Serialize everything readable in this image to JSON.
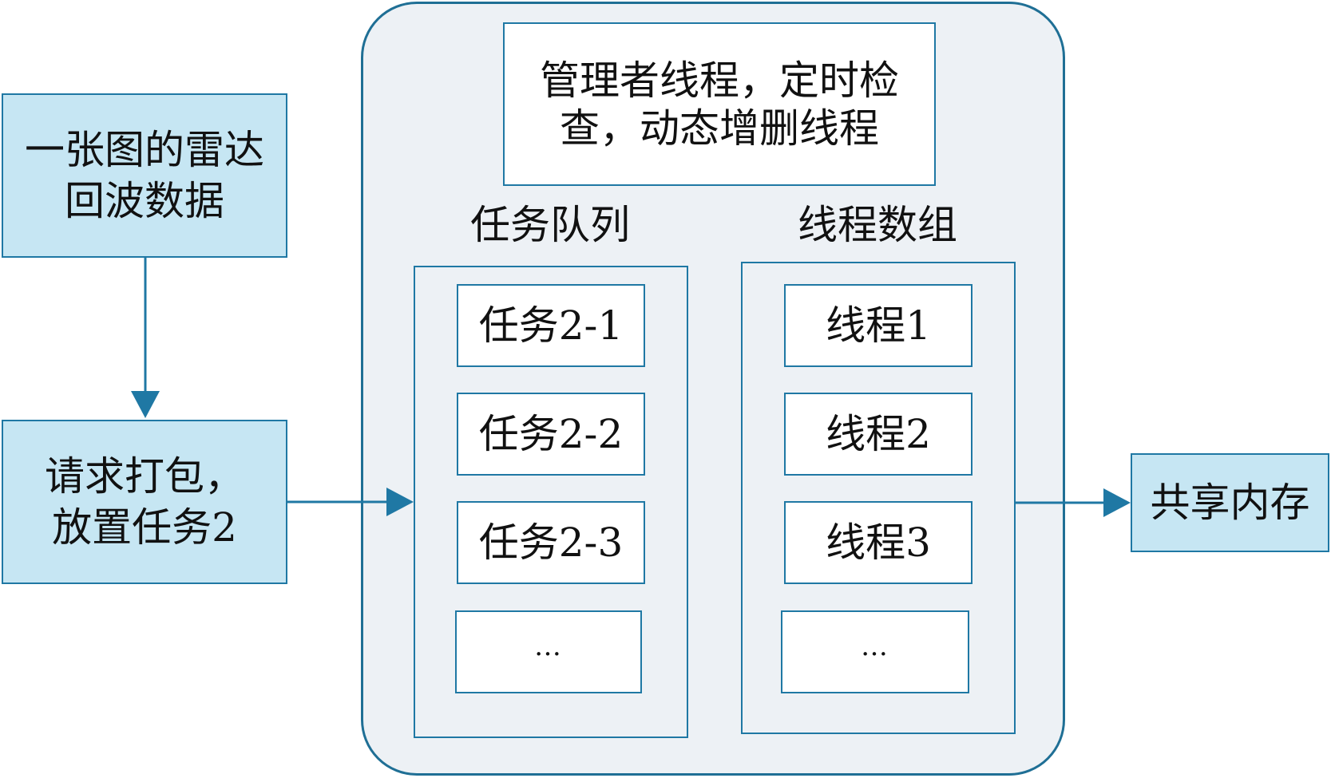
{
  "input": {
    "radar_data_label": "一张图的雷达\n回波数据",
    "package_request_label": "请求打包，\n放置任务2"
  },
  "manager": {
    "label": "管理者线程，定时检\n查，动态增删线程"
  },
  "task_queue": {
    "title": "任务队列",
    "items": [
      "任务2-1",
      "任务2-2",
      "任务2-3",
      "…"
    ]
  },
  "thread_array": {
    "title": "线程数组",
    "items": [
      "线程1",
      "线程2",
      "线程3",
      "…"
    ]
  },
  "output": {
    "shared_memory_label": "共享内存"
  },
  "colors": {
    "box_fill": "#c6e6f3",
    "border": "#1f78a4",
    "container_fill": "#edf1f5",
    "arrow": "#1f78a4"
  }
}
